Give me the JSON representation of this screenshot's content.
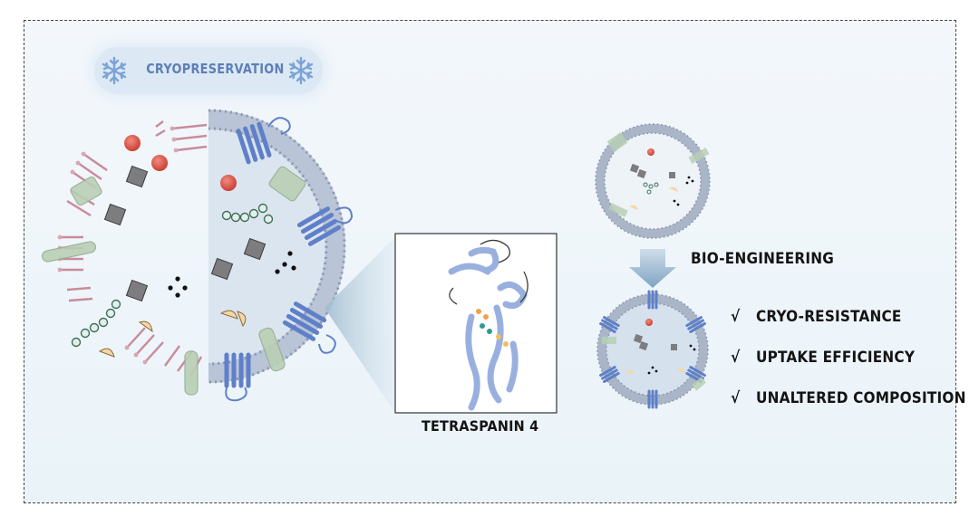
{
  "header": {
    "title": "CRYOPRESERVATION"
  },
  "protein": {
    "caption": "TETRASPANIN 4"
  },
  "process": {
    "arrow_label": "BIO-ENGINEERING"
  },
  "benefits": [
    {
      "mark": "√",
      "text": "CRYO-RESISTANCE"
    },
    {
      "mark": "√",
      "text": "UPTAKE EFFICIENCY"
    },
    {
      "mark": "√",
      "text": "UNALTERED COMPOSITION"
    }
  ],
  "icons": [
    "snowflake-icon",
    "snowflake-icon"
  ],
  "colors": {
    "membrane_healthy": "#9aa7bd",
    "membrane_damaged": "#c98b9a",
    "tetraspanin": "#5f80c8",
    "title_text": "#5d7fb7",
    "arrow": "#7fa4c4"
  }
}
